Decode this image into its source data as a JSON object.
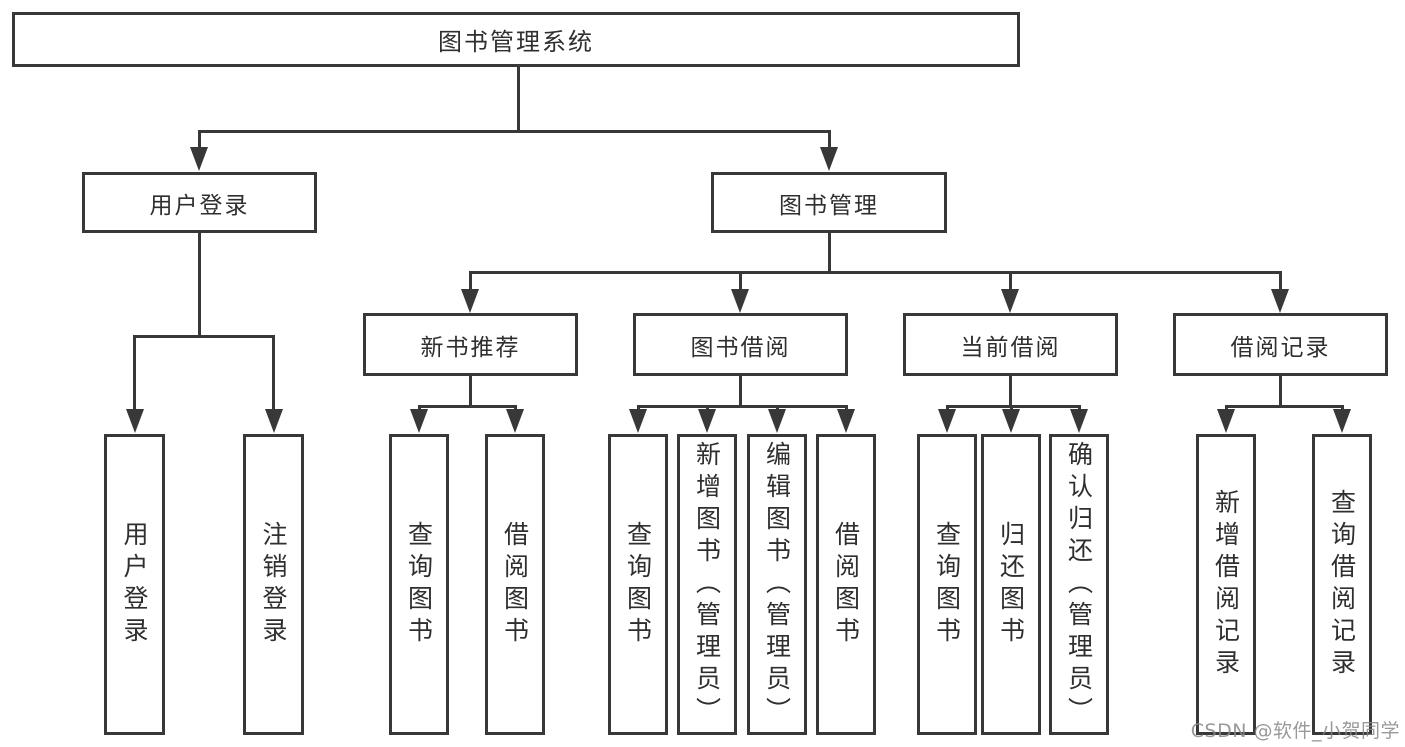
{
  "nodes": {
    "root": "图书管理系统",
    "user_login": "用户登录",
    "book_mgmt": "图书管理",
    "new_book": "新书推荐",
    "book_borrow": "图书借阅",
    "current_borrow": "当前借阅",
    "borrow_record": "借阅记录"
  },
  "leaves": {
    "user_login": [
      "用户登录",
      "注销登录"
    ],
    "new_book": [
      "查询图书",
      "借阅图书"
    ],
    "book_borrow": [
      "查询图书",
      "新增图书（管理员）",
      "编辑图书（管理员）",
      "借阅图书"
    ],
    "current_borrow": [
      "查询图书",
      "归还图书",
      "确认归还（管理员）"
    ],
    "borrow_record": [
      "新增借阅记录",
      "查询借阅记录"
    ]
  },
  "watermark": {
    "text": "CSDN @软件_小贺同学"
  },
  "colors": {
    "line": "#383838",
    "text": "#2f2f2f",
    "background": "#ffffff",
    "watermark": "#878787"
  }
}
